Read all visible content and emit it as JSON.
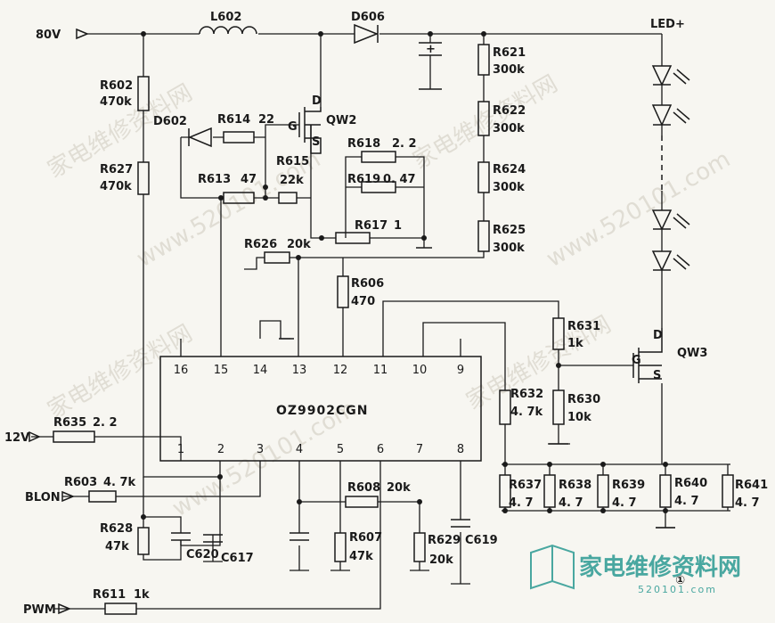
{
  "watermark": {
    "cn": "家电维修资料网",
    "url": "www.520101.com"
  },
  "logo": {
    "cn": "家电维修资料网",
    "url": "520101.com"
  },
  "figure_number": "①",
  "ic": {
    "name": "OZ9902CGN",
    "pins_top": [
      "16",
      "15",
      "14",
      "13",
      "12",
      "11",
      "10",
      "9"
    ],
    "pins_bottom": [
      "1",
      "2",
      "3",
      "4",
      "5",
      "6",
      "7",
      "8"
    ]
  },
  "nets": {
    "v80": "80V",
    "v12": "12V",
    "blon": "BLON",
    "pwm": "PWM",
    "led": "LED+"
  },
  "components": {
    "L602": "L602",
    "D606": "D606",
    "D602": "D602",
    "QW2": "QW2",
    "QW3": "QW3",
    "qD": "D",
    "qG": "G",
    "qS": "S",
    "R602": "R602",
    "R602v": "470k",
    "R627": "R627",
    "R627v": "470k",
    "R614": "R614",
    "R614v": "22",
    "R613": "R613",
    "R613v": "47",
    "R615": "R615",
    "R615v": "22k",
    "R618": "R618",
    "R618v": "2. 2",
    "R619": "R619",
    "R619v": "0. 47",
    "R617": "R617",
    "R617v": "1",
    "R626": "R626",
    "R626v": "20k",
    "R606": "R606",
    "R606v": "470",
    "R621": "R621",
    "R621v": "300k",
    "R622": "R622",
    "R622v": "300k",
    "R624": "R624",
    "R624v": "300k",
    "R625": "R625",
    "R625v": "300k",
    "R631": "R631",
    "R631v": "1k",
    "R630": "R630",
    "R630v": "10k",
    "R632": "R632",
    "R632v": "4. 7k",
    "R635": "R635",
    "R635v": "2. 2",
    "R603": "R603",
    "R603v": "4. 7k",
    "R628": "R628",
    "R628v": "47k",
    "R608": "R608",
    "R608v": "20k",
    "R607": "R607",
    "R607v": "47k",
    "R629": "R629",
    "R629v": "20k",
    "R611": "R611",
    "R611v": "1k",
    "R637": "R637",
    "R637v": "4. 7",
    "R638": "R638",
    "R638v": "4. 7",
    "R639": "R639",
    "R639v": "4. 7",
    "R640": "R640",
    "R640v": "4. 7",
    "R641": "R641",
    "R641v": "4. 7",
    "C617": "C617",
    "C619": "C619",
    "C620": "C620",
    "cap_plus": "+"
  }
}
